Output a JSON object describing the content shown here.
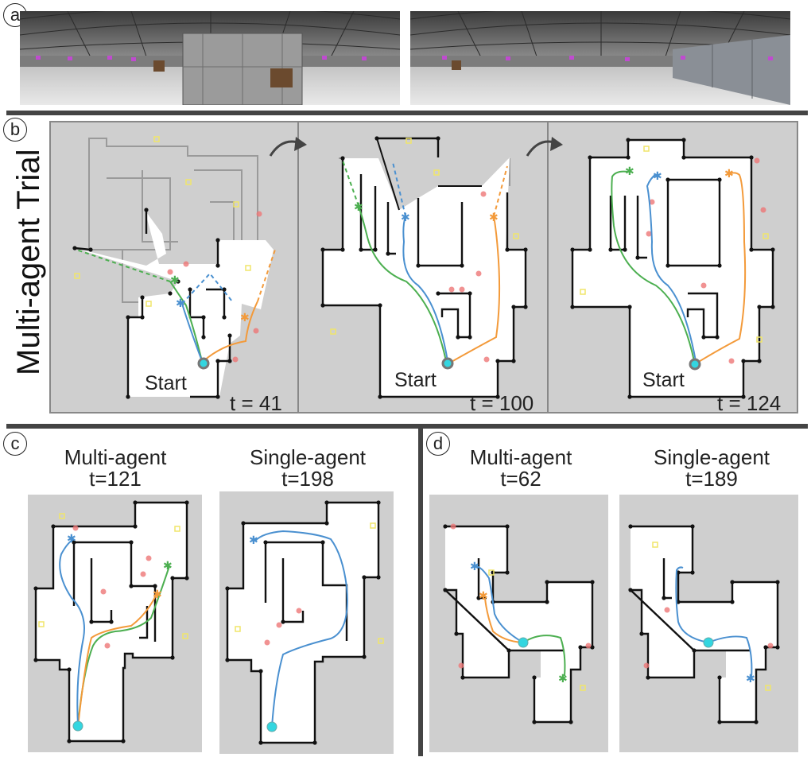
{
  "section_a": {
    "letter": "a"
  },
  "section_b": {
    "letter": "b",
    "row_title": "Multi-agent Trial",
    "start_label": "Start",
    "time_labels": [
      "t = 41",
      "t = 100",
      "t = 124"
    ]
  },
  "section_c": {
    "letter": "c",
    "left_title": "Multi-agent",
    "left_time": "t=121",
    "right_title": "Single-agent",
    "right_time": "t=198"
  },
  "section_d": {
    "letter": "d",
    "left_title": "Multi-agent",
    "left_time": "t=62",
    "right_title": "Single-agent",
    "right_time": "t=189"
  },
  "colors": {
    "panel_bg": "#cfcfcf",
    "explored": "#ffffff",
    "wall": "#111111",
    "unexplored_wall": "#9a9a9a",
    "agent_blue": "#4a90d0",
    "agent_green": "#4caf50",
    "agent_orange": "#f39a3a",
    "start_marker": "#33d6e0",
    "landmark_red": "#ee7777",
    "landmark_yellow": "#f0e56a"
  }
}
